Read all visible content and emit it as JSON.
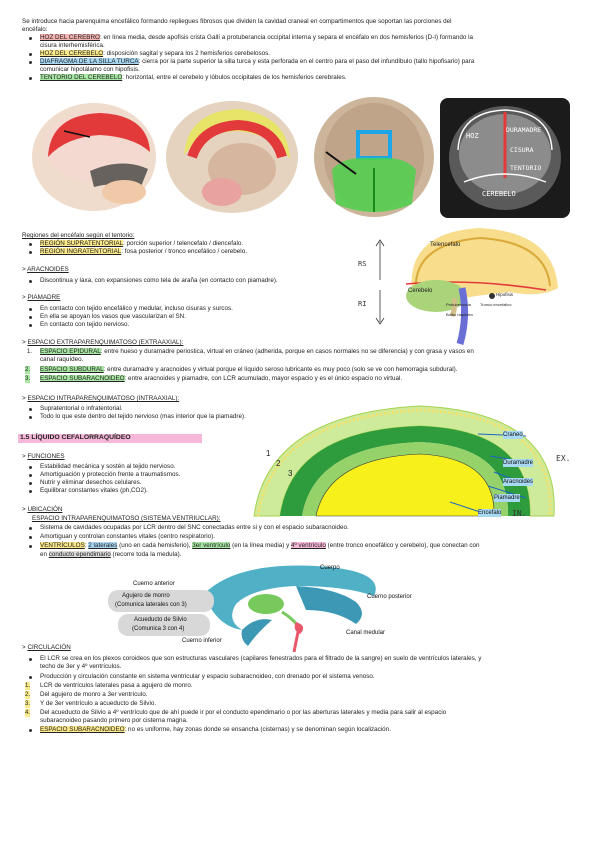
{
  "intro": {
    "line1": "Se introduce hacia parenquima encefálico formando repliegues fibrosos que dividen la cavidad craneal en compartimentos que soportan las porciones del",
    "line2": "encéfalo:"
  },
  "dura_folds": [
    {
      "term": "HOZ DEL CEREBRO",
      "text": ": en línea media, desde apofisis crista Gallí a protuberancia occipital interna y separa el encéfalo en dos hemisferios (D-I) formando la",
      "cont": "cisura interhemisférica."
    },
    {
      "term": "HOZ DEL CEREBELO",
      "text": ": disposición sagital y separa los 2 hemisferios cerebelosos.",
      "cont": ""
    },
    {
      "term": "DIAFRAGMA DE LA SILLA TURCA",
      "text": ": cierra por la parte superior la silla turca y esta perforada en el centro para el paso del infundíbulo (tallo hipofisario) para",
      "cont": "comunicar hipotálamo con hipofisis."
    },
    {
      "term": "TENTORIO DEL CEREBELO",
      "text": ": horizontal, entre el cerebelo y lóbulos occipitales de los hemisferios cerebrales.",
      "cont": ""
    }
  ],
  "mri_labels": {
    "hoz": "HOZ",
    "duramadre": "DURAMADRE",
    "cisura": "CISURA",
    "tentorio": "TENTORIO",
    "cerebelo": "CEREBELO"
  },
  "regions": {
    "title": "Regiones del encéfalo según el tentorio:",
    "items": [
      {
        "term": "REGIÓN SUPRATENTORIAL",
        "text": ": porción superior / telencefalo / diencefalo."
      },
      {
        "term": "REGIÓN INGRATENTORIAL",
        "text": ": fosa posterior / tronco encefálico / cerebelo."
      }
    ]
  },
  "brain_labels": {
    "telencefalo": "Telencefalo",
    "cerebelo": "Cerebelo",
    "hipofisis": "Hipofisis",
    "protuberancia": "Protuberancia",
    "tronco": "Tronco encefalico",
    "bulbo": "Bulbo raquideo",
    "rs": "RS",
    "ri": "RI"
  },
  "aracnoides": {
    "heading": "ARACNOIDES",
    "items": [
      "Discontinua y laxa, con expansiones como tela de araña (en contacto con piamadre)."
    ]
  },
  "piamadre": {
    "heading": "PIAMADRE",
    "items": [
      "En contacto con tejido encefálico y medular, incluso cisuras y surcos.",
      "En ella se apoyan los vasos que vascularizan el SN.",
      "En contacto con tejido nervioso."
    ]
  },
  "extra": {
    "heading": "ESPACIO EXTRAPARENQUIMATOSO (EXTRAAXIAL):",
    "items": [
      {
        "n": "1.",
        "term": "ESPACIO EPIDURAL",
        "text": ": entre hueso y duramadre periostica, virtual en cráneo (adherida, porque en casos normales no se diferencia) y con grasa y vasos en",
        "cont": "canal raquídeo."
      },
      {
        "n": "2.",
        "term": "ESPACIO SUBDURAL",
        "text": ": entre duramadre y aracnoides y virtual porque el líquido seroso lubricante es muy poco (solo se ve con hemorragia subdural).",
        "cont": ""
      },
      {
        "n": "3.",
        "term": "ESPACIO SUBARACNOIDEO",
        "text": ": entre aracnoides y piamadre, con LCR acumulado, mayor espacio y es el único espacio no virtual.",
        "cont": ""
      }
    ]
  },
  "intra": {
    "heading": "ESPACIO INTRAPARENQUIMATOSO (INTRAAXIAL):",
    "items": [
      "Supratentorial o infratentorial.",
      "Todo lo que este dentro del tejido nervioso (mas interior que la piamadre)."
    ]
  },
  "lcr_title": "1.5 LÍQUIDO CEFALORRAQUÍDEO",
  "layers": {
    "craneo": "Craneo",
    "duramadre": "Duramadre",
    "aracnoides": "Aracnoides",
    "piamadre": "Piamadre",
    "encefalo": "Encefalo",
    "ex": "EX.",
    "in": "IN.",
    "n1": "1",
    "n2": "2",
    "n3": "3"
  },
  "funciones": {
    "heading": "FUNCIONES",
    "items": [
      "Estabilidad mecánica y sostén al tejido nervioso.",
      "Amortiguación y protección frente a traumatismos.",
      "Nutrir y eliminar desechos celulares.",
      "Equilibrar constantes vitales (ph,CO2)."
    ]
  },
  "ubicacion": {
    "heading": "UBICACIÓN",
    "sub": "ESPACIO INTRAPARENQUIMATOSO (SISTEMA VENTRIUCLAR):",
    "items": [
      "Sistema de cavidades ocupadas por LCR dentro del SNC conectadas entre si y con el espacio subaracnoideo.",
      "Amortiguan y controlan constantes vitales (centro respiratorio)."
    ],
    "ventr_term": "VENTRÍCULOS",
    "ventr_a": ": ",
    "ventr_lat": "2 laterales",
    "ventr_b": " (uno en cada hemisferio), ",
    "ventr_3": "3er ventrículo",
    "ventr_c": " (en la línea media) y ",
    "ventr_4": "4º ventrículo",
    "ventr_d": " (entre tronco encefálico y cerebelo), que conectan con",
    "ventr_e": "en ",
    "ventr_cond": "conducto ependimario",
    "ventr_f": " (recorre toda la medula)."
  },
  "ventricles": {
    "cuerpo": "Cuerpo",
    "cuerno_anterior": "Cuerno anterior",
    "cuerno_posterior": "Cuerno posterior",
    "agujero_1": "Agujero de monro",
    "agujero_2": "(Comunica laterales con 3)",
    "acueducto_1": "Acueducto de Silvio",
    "acueducto_2": "(Comunica 3 con 4)",
    "cuerno_inferior": "Cuerno inferior",
    "canal": "Canal medular"
  },
  "circulacion": {
    "heading": "CIRCULACIÓN",
    "b1": "El LCR se crea en los plexos coroideos que son estructuras vasculares (capilares fenestrados para el filtrado de la sangre) en suelo de ventrículos laterales, y",
    "b1c": "techo de 3er y 4º ventrículos.",
    "b2": "Producción y circulación constante en sistema ventricular y espacio subaracnoideo, con drenado por el sistema venoso.",
    "steps": [
      {
        "n": "1.",
        "text": "LCR de ventrículos laterales pasa a agujero de monro.",
        "cont": ""
      },
      {
        "n": "2.",
        "text": "Del agujero de monro a 3er ventrículo.",
        "cont": ""
      },
      {
        "n": "3.",
        "text": "Y de 3er ventrículo a acueducto de Silvio.",
        "cont": ""
      },
      {
        "n": "4.",
        "text": "Del acueducto de Silvio a 4º ventrículo que de ahí puede ir por el conducto ependimario o por las aberturas laterales y media para salir al espacio",
        "cont": "subaracnoideo pasando primero por cisterna magna."
      }
    ],
    "last_term": "ESPACIO SUBARACNOIDEO",
    "last_text": ": no es uniforme, hay zonas donde se ensancha (cisternas) y se denominan según localización."
  },
  "colors": {
    "red": "#f3b2b2",
    "yellow": "#fbe98a",
    "blue": "#a9d8f2",
    "green": "#a8e6a3",
    "pink": "#f6b7d8"
  }
}
